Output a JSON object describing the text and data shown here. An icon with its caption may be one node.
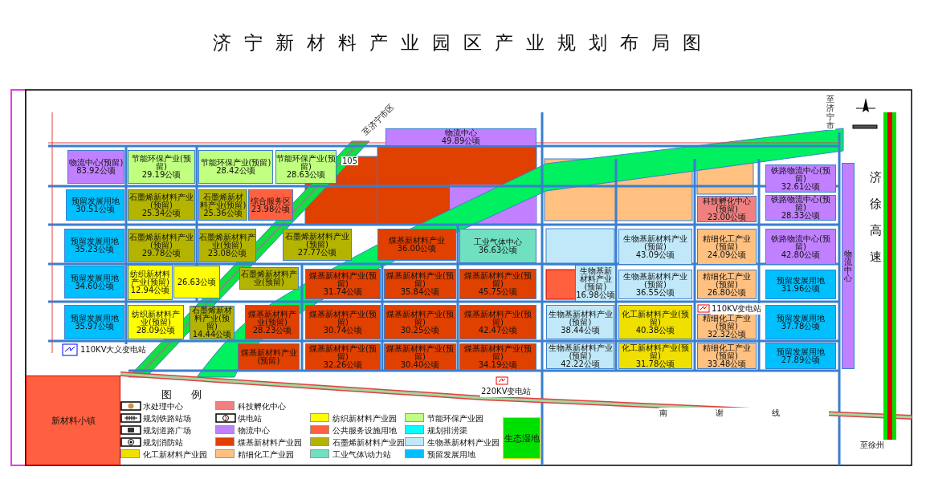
{
  "diagram": {
    "title": "济宁新材料产业园区产业规划布局图",
    "nodes": [
      {
        "text": [
          "物流中心(预留)",
          "83.92公顷"
        ]
      },
      {
        "text": [
          "节能环保产业(预留)",
          "29.19公顷"
        ]
      },
      {
        "text": [
          "节能环保产业(预留)",
          "28.42公顷"
        ]
      },
      {
        "text": [
          "节能环保产业(预留)",
          "28.63公顷"
        ]
      },
      {
        "text": [
          "预留发展用地",
          "30.51公顷"
        ]
      },
      {
        "text": [
          "石墨烯新材料产业(预留)",
          "25.34公顷"
        ]
      },
      {
        "text": [
          "石墨烯新材料产业(预留)",
          "25.36公顷"
        ]
      },
      {
        "text": [
          "综合服务区",
          "23.98公顷"
        ]
      },
      {
        "text": [
          "预留发展用地",
          "35.23公顷"
        ]
      },
      {
        "text": [
          "石墨烯新材料产业(预留)",
          "29.78公顷"
        ]
      },
      {
        "text": [
          "石墨烯新材料产业(预留)",
          "23.08公顷"
        ]
      },
      {
        "text": [
          "石墨烯新材料产业(预留)",
          "27.77公顷"
        ]
      },
      {
        "text": [
          "预留发展用地",
          "34.60公顷"
        ]
      },
      {
        "text": [
          "纺织新材料产业(预留)",
          "12.94公顷"
        ]
      },
      {
        "text": [
          "26.63公顷"
        ]
      },
      {
        "text": [
          "石墨烯新材料产业(预留)"
        ]
      },
      {
        "text": [
          "预留发展用地",
          "35.97公顷"
        ]
      },
      {
        "text": [
          "纺织新材料产业(预留)",
          "28.09公顷"
        ]
      },
      {
        "text": [
          "石墨烯新材料产业(预留)",
          "14.44公顷"
        ]
      },
      {
        "text": [
          "煤基新材料产业(预留)",
          "28.23公顷"
        ]
      },
      {
        "text": [
          "煤基新材料产业(预留)"
        ]
      },
      {
        "text": [
          "物流中心",
          "49.89公顷"
        ]
      },
      {
        "text": [
          "煤基新材料产业",
          "36.00公顷"
        ]
      },
      {
        "text": [
          "工业气体中心",
          "36.63公顷"
        ]
      },
      {
        "text": [
          "煤基新材料产业(预留)",
          "31.74公顷"
        ]
      },
      {
        "text": [
          "煤基新材料产业(预留)",
          "35.84公顷"
        ]
      },
      {
        "text": [
          "煤基新材料产业(预留)",
          "45.75公顷"
        ]
      },
      {
        "text": [
          "煤基新材料产业(预留)",
          "30.74公顷"
        ]
      },
      {
        "text": [
          "煤基新材料产业(预留)",
          "30.25公顷"
        ]
      },
      {
        "text": [
          "煤基新材料产业(预留)",
          "42.47公顷"
        ]
      },
      {
        "text": [
          "煤基新材料产业(预留)",
          "32.26公顷"
        ]
      },
      {
        "text": [
          "煤基新材料产业(预留)",
          "30.40公顷"
        ]
      },
      {
        "text": [
          "煤基新材料产业(预留)",
          "34.19公顷"
        ]
      },
      {
        "text": [
          "科技孵化中心(预留)",
          "23.00公顷"
        ]
      },
      {
        "text": [
          "生物基新材料产业(预留)",
          "43.09公顷"
        ]
      },
      {
        "text": [
          "精细化工产业(预留)",
          "24.09公顷"
        ]
      },
      {
        "text": [
          "生物基新材料产业(预留)",
          "16.98公顷"
        ]
      },
      {
        "text": [
          "生物基新材料产业(预留)",
          "36.55公顷"
        ]
      },
      {
        "text": [
          "精细化工产业(预留)",
          "26.80公顷"
        ]
      },
      {
        "text": [
          "生物基新材料产业(预留)",
          "38.44公顷"
        ]
      },
      {
        "text": [
          "化工新材料产业(预留)",
          "40.38公顷"
        ]
      },
      {
        "text": [
          "精细化工产业(预留)",
          "32.32公顷"
        ]
      },
      {
        "text": [
          "生物基新材料产业(预留)",
          "42.22公顷"
        ]
      },
      {
        "text": [
          "化工新材料产业(预留)",
          "31.78公顷"
        ]
      },
      {
        "text": [
          "精细化工产业(预留)",
          "33.48公顷"
        ]
      },
      {
        "text": [
          "铁路物流中心(预留)",
          "32.61公顷"
        ]
      },
      {
        "text": [
          "铁路物流中心(预留)",
          "28.33公顷"
        ]
      },
      {
        "text": [
          "铁路物流中心(预留)",
          "42.80公顷"
        ]
      },
      {
        "text": [
          "预留发展用地",
          "31.96公顷"
        ]
      },
      {
        "text": [
          "预留发展用地",
          "37.78公顷"
        ]
      },
      {
        "text": [
          "预留发展用地",
          "27.89公顷"
        ]
      },
      {
        "text": [
          "物流中心"
        ]
      },
      {
        "text": [
          "新材料小镇"
        ]
      },
      {
        "text": [
          "生态湿地"
        ]
      }
    ],
    "labels": [
      "图 例",
      "至济宁市区",
      "至济宁市",
      "至徐州",
      "济徐高速",
      "105",
      "110KV大义变电站",
      "110KV变电站",
      "220KV变电站",
      "南谢线"
    ],
    "legend": [
      {
        "text": "水处理中心"
      },
      {
        "text": "科技孵化中心",
        "color": "#f08080"
      },
      {
        "text": "规划铁路站场"
      },
      {
        "text": "供电站"
      },
      {
        "text": "纺织新材料产业园",
        "color": "#ffff00"
      },
      {
        "text": "节能环保产业园",
        "color": "#c0ff80"
      },
      {
        "text": "规划道路广场"
      },
      {
        "text": "物流中心",
        "color": "#c080ff"
      },
      {
        "text": "公共服务设施用地",
        "color": "#ff6040"
      },
      {
        "text": "规划排涝渠",
        "color": "#00ffff"
      },
      {
        "text": "规划消防站"
      },
      {
        "text": "煤基新材料产业园",
        "color": "#e04000"
      },
      {
        "text": "石墨烯新材料产业园",
        "color": "#b4b400"
      },
      {
        "text": "生物基新材料产业园",
        "color": "#c0e8f8"
      },
      {
        "text": "化工新材料产业园",
        "color": "#f0e000"
      },
      {
        "text": "精细化工产业园",
        "color": "#ffc080"
      },
      {
        "text": "工业气体\\动力站",
        "color": "#70e0c0"
      },
      {
        "text": "预留发展用地",
        "color": "#00bfff"
      }
    ]
  }
}
